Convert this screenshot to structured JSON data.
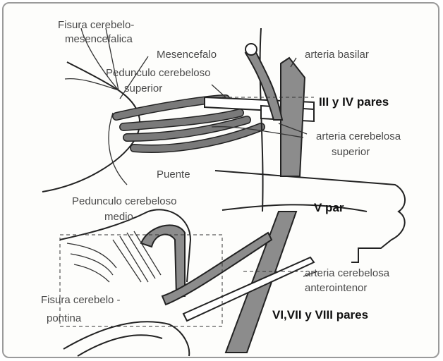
{
  "labels": {
    "fisura_cerebelo_mesencefalica_1": "Fisura cerebelo-",
    "fisura_cerebelo_mesencefalica_2": "mesencefalica",
    "mesencefalo": "Mesencefalo",
    "arteria_basilar": "arteria basilar",
    "pedunculo_superior_1": "Pedunculo cerebeloso",
    "pedunculo_superior_2": "superior",
    "pares_iii_iv": "III y IV pares",
    "arteria_cerebelosa_superior_1": "arteria cerebelosa",
    "arteria_cerebelosa_superior_2": "superior",
    "puente": "Puente",
    "pedunculo_medio_1": "Pedunculo cerebeloso",
    "pedunculo_medio_2": "medio",
    "v_par": "V par",
    "arteria_cerebelosa_ant_1": "arteria cerebelosa",
    "arteria_cerebelosa_ant_2": "anterointenor",
    "fisura_cerebelo_pontina_1": "Fisura cerebelo -",
    "fisura_cerebelo_pontina_2": "pontina",
    "pares_vi_vii_viii": "VI,VII y VIII pares"
  },
  "colors": {
    "vessel_fill": "#8c8c8c",
    "outline": "#222222",
    "label_text": "#4a4a4a"
  }
}
